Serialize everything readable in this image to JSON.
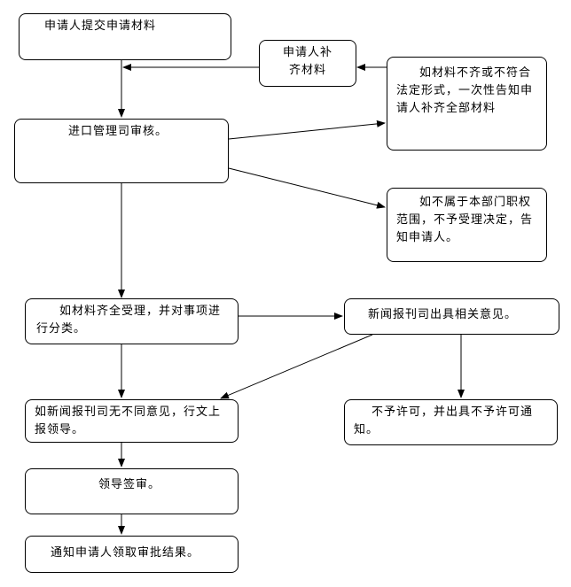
{
  "nodes": {
    "submit": "申请人提交申请材料",
    "supplement": "申请人补\n齐材料",
    "review": "进口管理司审核。",
    "incomplete": "如材料不齐或不符合法定形式，一次性告知申请人补齐全部材料",
    "out_of_scope": "如不属于本部门职权范围，不予受理决定，告知申请人。",
    "accept": "如材料齐全受理，并对事项进行分类。",
    "press_opinion": "新闻报刊司出具相关意见。",
    "no_objection": "如新闻报刊司无不同意见，行文上报领导。",
    "not_permitted": "不予许可，并出具不予许可通知。",
    "leader_sign": "领导签审。",
    "notify": "通知申请人领取审批结果。"
  }
}
